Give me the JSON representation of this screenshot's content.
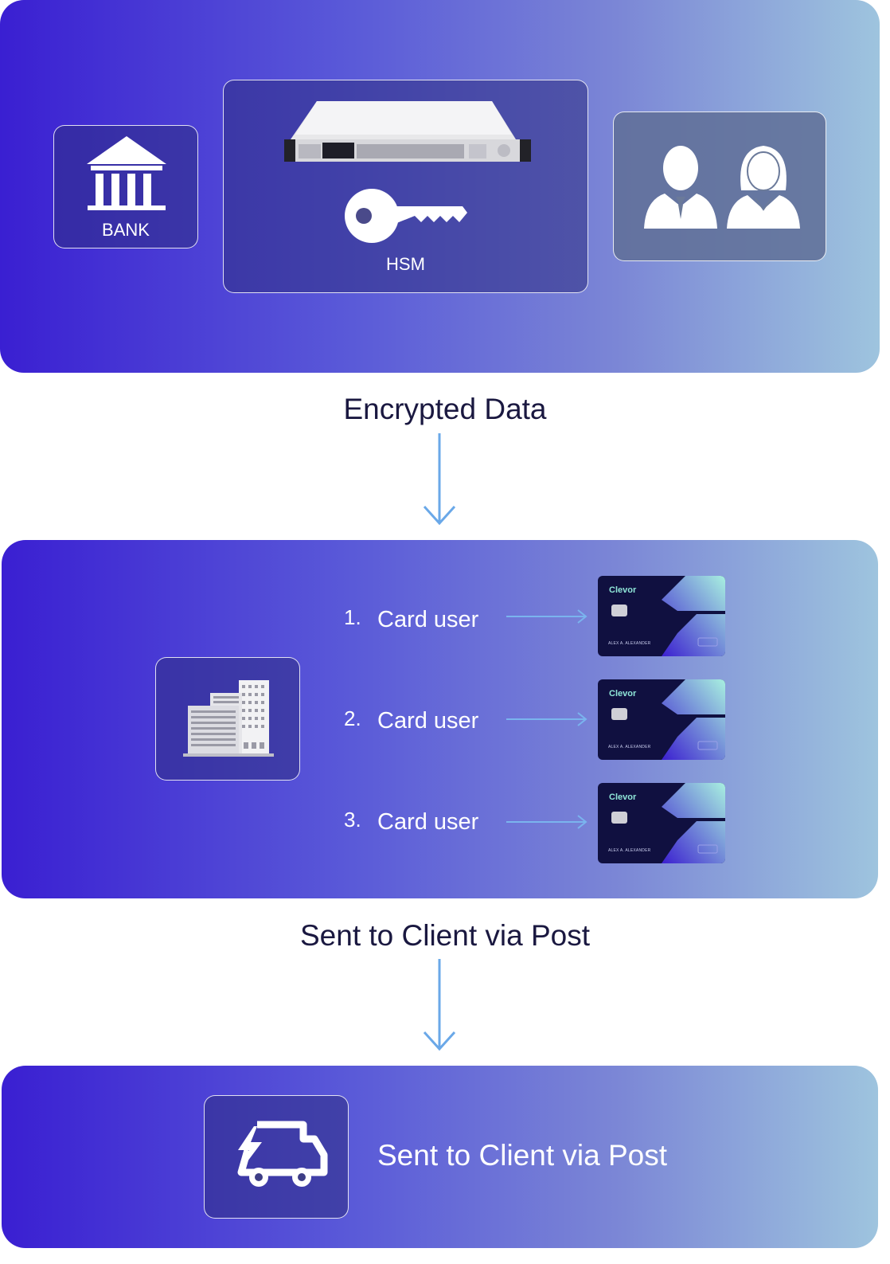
{
  "top": {
    "bank_label": "BANK",
    "hsm_label": "HSM"
  },
  "flow1_label": "Encrypted Data",
  "middle": {
    "users": [
      {
        "num": "1.",
        "label": "Card user"
      },
      {
        "num": "2.",
        "label": "Card user"
      },
      {
        "num": "3.",
        "label": "Card user"
      }
    ],
    "card": {
      "brand": "Clevor",
      "holder": "ALEX A. ALEXANDER"
    }
  },
  "flow2_label": "Sent to Client via Post",
  "bottom": {
    "label": "Sent to Client via Post"
  },
  "colors": {
    "arrow": "#6aa8e8",
    "heading": "#1a1840",
    "card_bg": "#101040"
  },
  "icons": [
    "bank-icon",
    "hsm-server-icon",
    "key-icon",
    "male-user-icon",
    "female-user-icon",
    "office-building-icon",
    "contactless-icon",
    "chip-icon",
    "delivery-truck-icon"
  ]
}
